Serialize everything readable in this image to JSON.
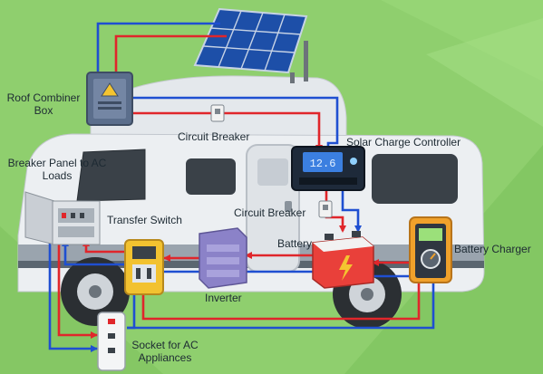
{
  "labels": {
    "roof_combiner_box": "Roof Combiner Box",
    "circuit_breaker_top": "Circuit Breaker",
    "solar_charge_controller": "Solar Charge Controller",
    "breaker_panel": "Breaker Panel to AC Loads",
    "transfer_switch": "Transfer Switch",
    "circuit_breaker_mid": "Circuit Breaker",
    "battery": "Battery",
    "battery_charger": "Battery Charger",
    "inverter": "Inverter",
    "socket": "Socket for AC Appliances"
  },
  "controller_display": "12.6",
  "wire_colors": {
    "positive": "#e0262b",
    "negative": "#1f4fd1"
  },
  "colors": {
    "background_green": "#8fcf6e",
    "rv_body": "#eceff2",
    "rv_stripe": "#4b5560",
    "combiner_box": "#5b6e8c",
    "battery_red": "#e9403a",
    "charger_orange": "#f0a12b",
    "inverter_purple": "#8b82c8",
    "transfer_yellow": "#f2c230"
  }
}
